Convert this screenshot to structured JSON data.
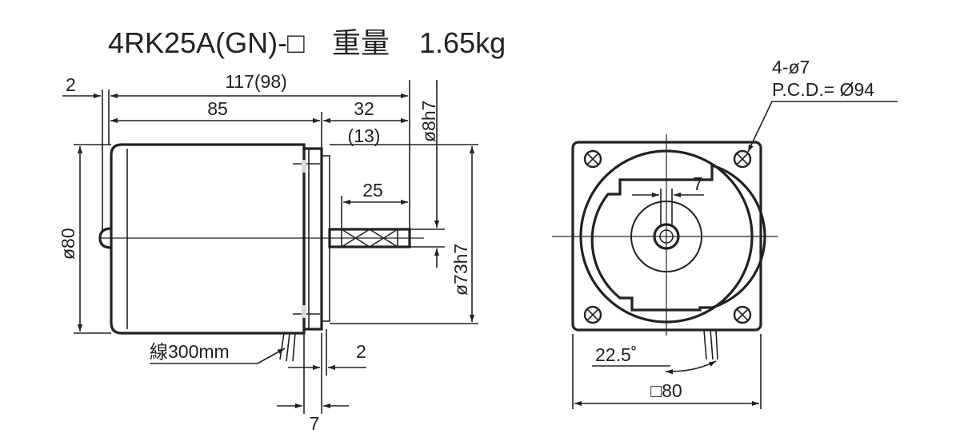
{
  "title": {
    "model": "4RK25A(GN)-□",
    "weight_label": "重量",
    "weight_value": "1.65kg"
  },
  "side_view": {
    "dim_overall": "117(98)",
    "dim_rear_gap": "2",
    "dim_body": "85",
    "dim_shaft_len": "32",
    "dim_shaft_len_alt": "(13)",
    "dim_shaft_dia": "ø8h7",
    "dim_key": "25",
    "dim_body_dia": "ø80",
    "dim_pilot_dia": "ø73h7",
    "lead_wire": "線300mm",
    "dim_flange_gap": "2",
    "dim_flange": "7"
  },
  "front_view": {
    "holes": "4-ø7",
    "pcd": "P.C.D.= Ø94",
    "dim_key_width": "7",
    "angle": "22.5˚",
    "square": "□80"
  }
}
